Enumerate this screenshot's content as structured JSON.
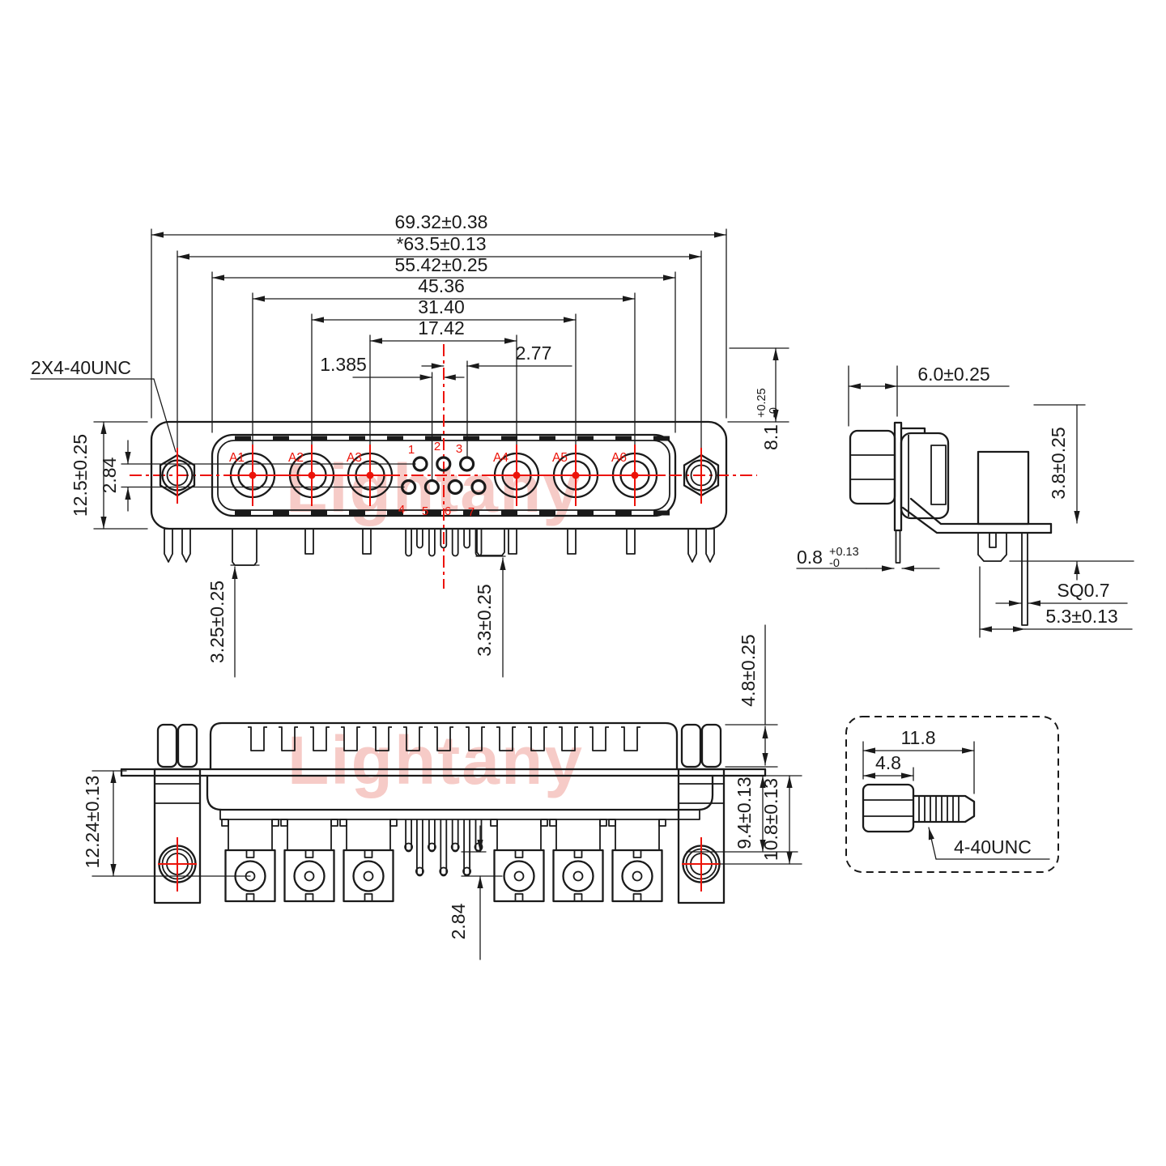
{
  "colors": {
    "line": "#1a1a1a",
    "red": "#ec1309",
    "watermark": "#f6cbc7",
    "background": "#ffffff"
  },
  "watermark": {
    "text": "Lightany"
  },
  "front_view": {
    "dim_chain": [
      "69.32±0.38",
      "*63.5±0.13",
      "55.42±0.25",
      "45.36",
      "31.40",
      "17.42"
    ],
    "dim_pin_pitch_half": "1.385",
    "dim_pin_pitch": "2.77",
    "label_thread_holes": "2X4-40UNC",
    "dim_flange_height": "12.5±0.25",
    "dim_pin_row_offset": "2.84",
    "dim_depth": {
      "main": "8.1",
      "plus": "+0.25",
      "minus": "-0"
    },
    "dim_leg_left": "3.25±0.25",
    "dim_leg_right": "3.3±0.25",
    "coax_labels": [
      "A1",
      "A2",
      "A3",
      "A4",
      "A5",
      "A6"
    ],
    "pin_labels": [
      "1",
      "2",
      "3",
      "4",
      "5",
      "6",
      "7"
    ]
  },
  "side_view": {
    "dim_width": "6.0±0.25",
    "dim_bracket_height": "3.8±0.25",
    "dim_flange_thickness": {
      "main": "0.8",
      "plus": "+0.13",
      "minus": "-0"
    },
    "dim_pin_square": "SQ0.7",
    "dim_pin_spacing": "5.3±0.13"
  },
  "bottom_view": {
    "dim_body_height": "12.24±0.13",
    "dim_standoff": "4.8±0.25",
    "dim_pin_short": "9.4±0.13",
    "dim_pin_long": "10.8±0.13",
    "dim_row_offset": "2.84"
  },
  "detail_view": {
    "dim_screw_length": "11.8",
    "dim_hex_length": "4.8",
    "label_thread": "4-40UNC"
  }
}
